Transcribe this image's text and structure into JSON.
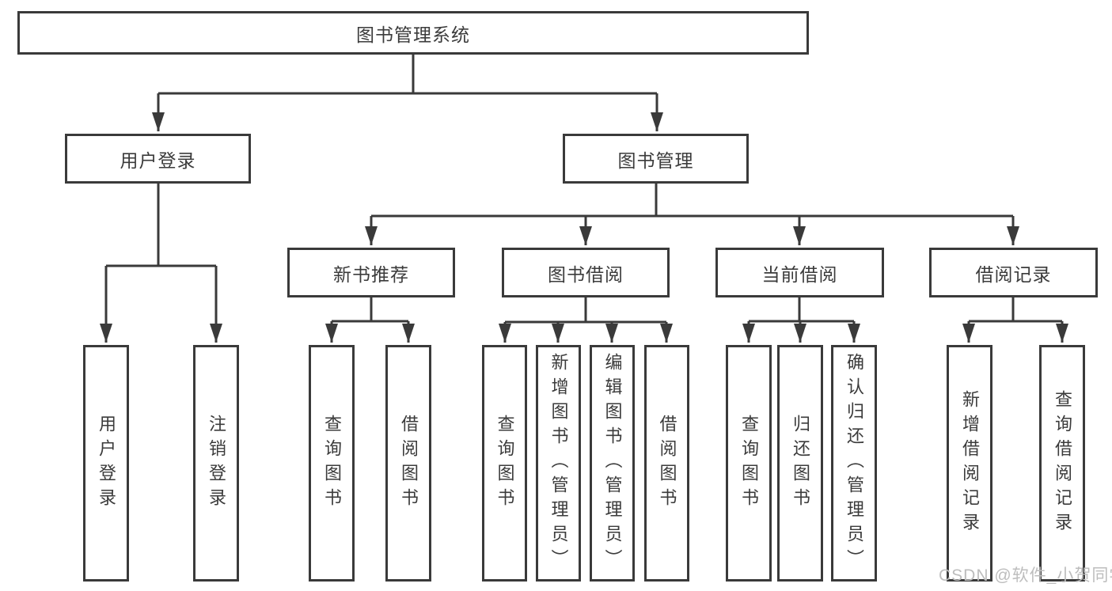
{
  "diagram": {
    "root": {
      "label": "图书管理系统"
    },
    "branches": [
      {
        "label": "用户登录"
      },
      {
        "label": "图书管理"
      }
    ],
    "modules": [
      {
        "label": "新书推荐"
      },
      {
        "label": "图书借阅"
      },
      {
        "label": "当前借阅"
      },
      {
        "label": "借阅记录"
      }
    ],
    "functions": [
      {
        "label": "用户登录"
      },
      {
        "label": "注销登录"
      },
      {
        "label": "查询图书"
      },
      {
        "label": "借阅图书"
      },
      {
        "label": "查询图书"
      },
      {
        "label": "新增图书（管理员）"
      },
      {
        "label": "编辑图书（管理员）"
      },
      {
        "label": "借阅图书"
      },
      {
        "label": "查询图书"
      },
      {
        "label": "归还图书"
      },
      {
        "label": "确认归还（管理员）"
      },
      {
        "label": "新增借阅记录"
      },
      {
        "label": "查询借阅记录"
      }
    ],
    "colors": {
      "line": "#3a3a3a",
      "box_border": "#3a3a3a",
      "box_fill": "#ffffff",
      "text": "#3b3b3b",
      "watermark": "#bdbdbd"
    }
  },
  "watermark": {
    "text": "CSDN @软件_小贺同学"
  }
}
